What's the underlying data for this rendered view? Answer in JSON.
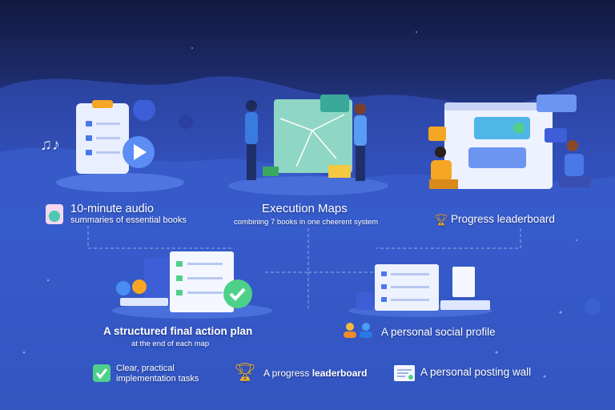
{
  "features": {
    "audio": {
      "title": "10-minute audio",
      "subtitle": "summaries of essential books"
    },
    "maps": {
      "title": "Execution Maps",
      "subtitle": "combining 7 books in one cheerent system"
    },
    "leaderboard_top": {
      "title": "Progress leaderboard"
    },
    "action_plan": {
      "title": "A structured final action plan",
      "subtitle": "at the end of each map"
    },
    "social_profile": {
      "title": "A personal social profile"
    }
  },
  "bottom_row": [
    {
      "icon": "checkbox-icon",
      "label_line1": "Clear, practical",
      "label_line2": "implementation tasks"
    },
    {
      "icon": "trophy-icon",
      "label_prefix": "A progress ",
      "label_bold": "leaderboard"
    },
    {
      "icon": "posting-wall-icon",
      "label": "A personal posting wall"
    }
  ],
  "colors": {
    "accent_green": "#4fd08a",
    "accent_orange": "#f5a623",
    "accent_blue": "#4a8cf5"
  }
}
